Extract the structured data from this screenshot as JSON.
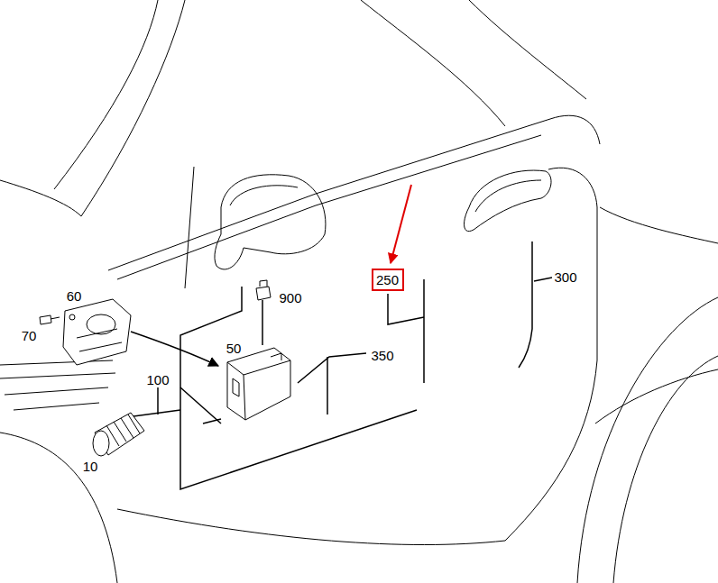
{
  "diagram": {
    "nodes": [
      {
        "text": [
          "250"
        ]
      }
    ],
    "labels": [
      "60",
      "70",
      "900",
      "50",
      "100",
      "10",
      "350",
      "300"
    ]
  }
}
